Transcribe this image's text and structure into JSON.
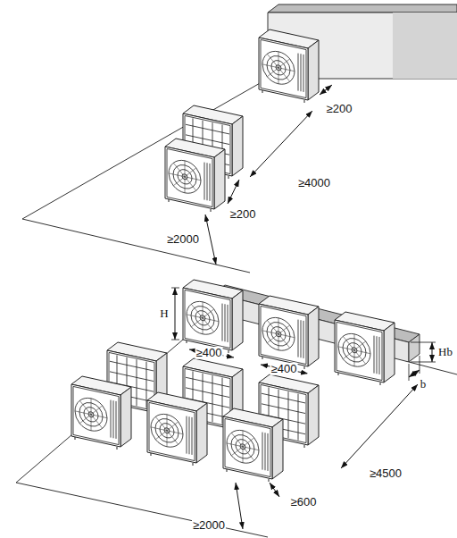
{
  "diagram": {
    "labels": [
      "≥200",
      "≥4000",
      "≥200",
      "≥2000",
      "H",
      "≥400",
      "≥400",
      "Hb",
      "b",
      "≥4500",
      "≥600",
      "≥2000"
    ]
  }
}
